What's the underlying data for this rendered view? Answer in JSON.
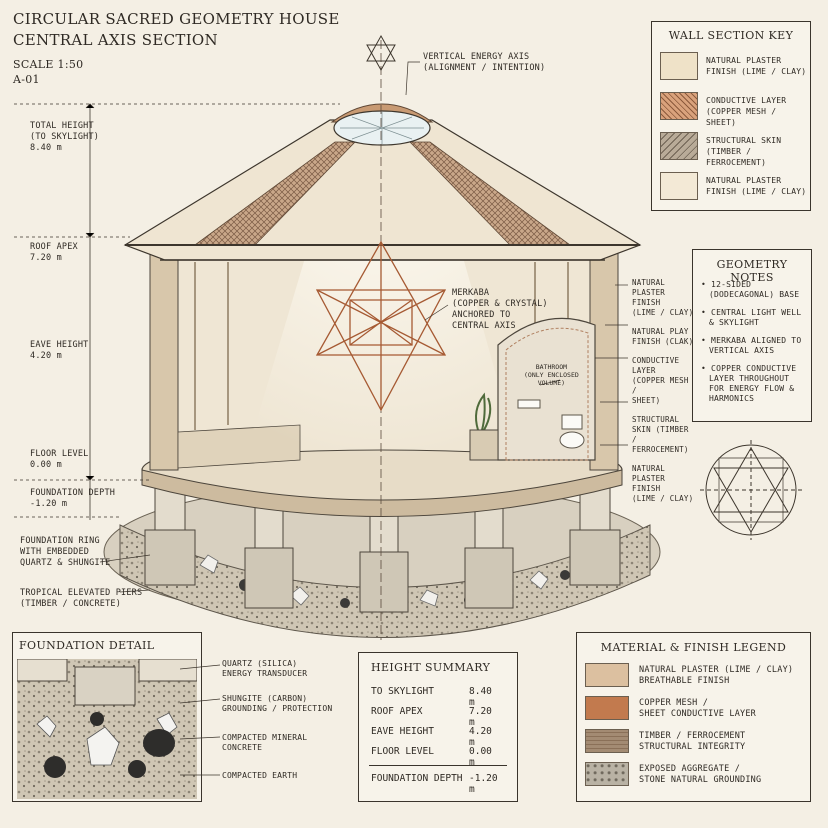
{
  "title": {
    "line1": "CIRCULAR SACRED GEOMETRY HOUSE",
    "line2": "CENTRAL AXIS SECTION",
    "scale": "SCALE 1:50",
    "sheet": "A-01"
  },
  "energy_axis": {
    "line1": "VERTICAL ENERGY AXIS",
    "line2": "(ALIGNMENT / INTENTION)"
  },
  "heights": [
    {
      "l1": "TOTAL HEIGHT",
      "l2": "(TO SKYLIGHT)",
      "l3": "8.40 m"
    },
    {
      "l1": "ROOF APEX",
      "l2": "7.20 m"
    },
    {
      "l1": "EAVE HEIGHT",
      "l2": "4.20 m"
    },
    {
      "l1": "FLOOR LEVEL",
      "l2": "0.00 m"
    },
    {
      "l1": "FOUNDATION DEPTH",
      "l2": "-1.20 m"
    }
  ],
  "foundation_labels": {
    "ring": [
      "FOUNDATION RING",
      "WITH EMBEDDED",
      "QUARTZ & SHUNGITE"
    ],
    "piers": [
      "TROPICAL ELEVATED PIERS",
      "(TIMBER / CONCRETE)"
    ]
  },
  "merkaba": [
    "MERKABA",
    "(COPPER & CRYSTAL)",
    "ANCHORED TO",
    "CENTRAL AXIS"
  ],
  "bathroom": [
    "BATHROOM",
    "(ONLY ENCLOSED",
    "VOLUME)"
  ],
  "right_callouts": [
    [
      "NATURAL",
      "PLASTER FINISH",
      "(LIME / CLAY)"
    ],
    [
      "NATURAL PLAY",
      "FINISH (CLAK)"
    ],
    [
      "CONDUCTIVE LAYER",
      "(COPPER MESH /",
      "SHEET)"
    ],
    [
      "STRUCTURAL",
      "SKIN (TIMBER /",
      "FERROCEMENT)"
    ],
    [
      "NATURAL",
      "PLASTER FINISH",
      "(LIME / CLAY)"
    ]
  ],
  "wall_key": {
    "title": "WALL SECTION KEY",
    "items": [
      {
        "l1": "NATURAL PLASTER",
        "l2": "FINISH (LIME / CLAY)",
        "color": "#efe2c8"
      },
      {
        "l1": "CONDUCTIVE LAYER",
        "l2": "(COPPER MESH / SHEET)",
        "color": "#d9a27c"
      },
      {
        "l1": "STRUCTURAL SKIN",
        "l2": "(TIMBER / FERROCEMENT)",
        "color": "#b9ab98"
      },
      {
        "l1": "NATURAL PLASTER",
        "l2": "FINISH (LIME / CLAY)",
        "color": "#f3e9d6"
      }
    ]
  },
  "geometry_notes": {
    "title": "GEOMETRY NOTES",
    "items": [
      [
        "12-SIDED",
        "(DODECAGONAL) BASE"
      ],
      [
        "CENTRAL LIGHT WELL",
        "& SKYLIGHT"
      ],
      [
        "MERKABA ALIGNED TO",
        "VERTICAL AXIS"
      ],
      [
        "COPPER CONDUCTIVE",
        "LAYER THROUGHOUT",
        "FOR ENERGY FLOW &",
        "HARMONICS"
      ]
    ]
  },
  "foundation_detail": {
    "title": "FOUNDATION DETAIL",
    "labels": [
      [
        "QUARTZ (SILICA)",
        "ENERGY TRANSDUCER"
      ],
      [
        "SHUNGITE (CARBON)",
        "GROUNDING / PROTECTION"
      ],
      [
        "COMPACTED MINERAL",
        "CONCRETE"
      ],
      [
        "COMPACTED EARTH"
      ]
    ]
  },
  "height_summary": {
    "title": "HEIGHT SUMMARY",
    "rows": [
      {
        "label": "TO SKYLIGHT",
        "value": "8.40 m"
      },
      {
        "label": "ROOF APEX",
        "value": "7.20 m"
      },
      {
        "label": "EAVE HEIGHT",
        "value": "4.20 m"
      },
      {
        "label": "FLOOR LEVEL",
        "value": "0.00 m"
      },
      {
        "label": "FOUNDATION DEPTH",
        "value": "-1.20 m"
      }
    ]
  },
  "material_legend": {
    "title": "MATERIAL & FINISH LEGEND",
    "items": [
      {
        "l1": "NATURAL PLASTER (LIME / CLAY)",
        "l2": "BREATHABLE FINISH",
        "color": "#dcc0a0"
      },
      {
        "l1": "COPPER MESH /",
        "l2": "SHEET CONDUCTIVE LAYER",
        "color": "#c27a4e"
      },
      {
        "l1": "TIMBER / FERROCEMENT",
        "l2": "STRUCTURAL INTEGRITY",
        "color": "#a38b73"
      },
      {
        "l1": "EXPOSED AGGREGATE /",
        "l2": "STONE NATURAL GROUNDING",
        "color": "#b9b2a4"
      }
    ]
  }
}
